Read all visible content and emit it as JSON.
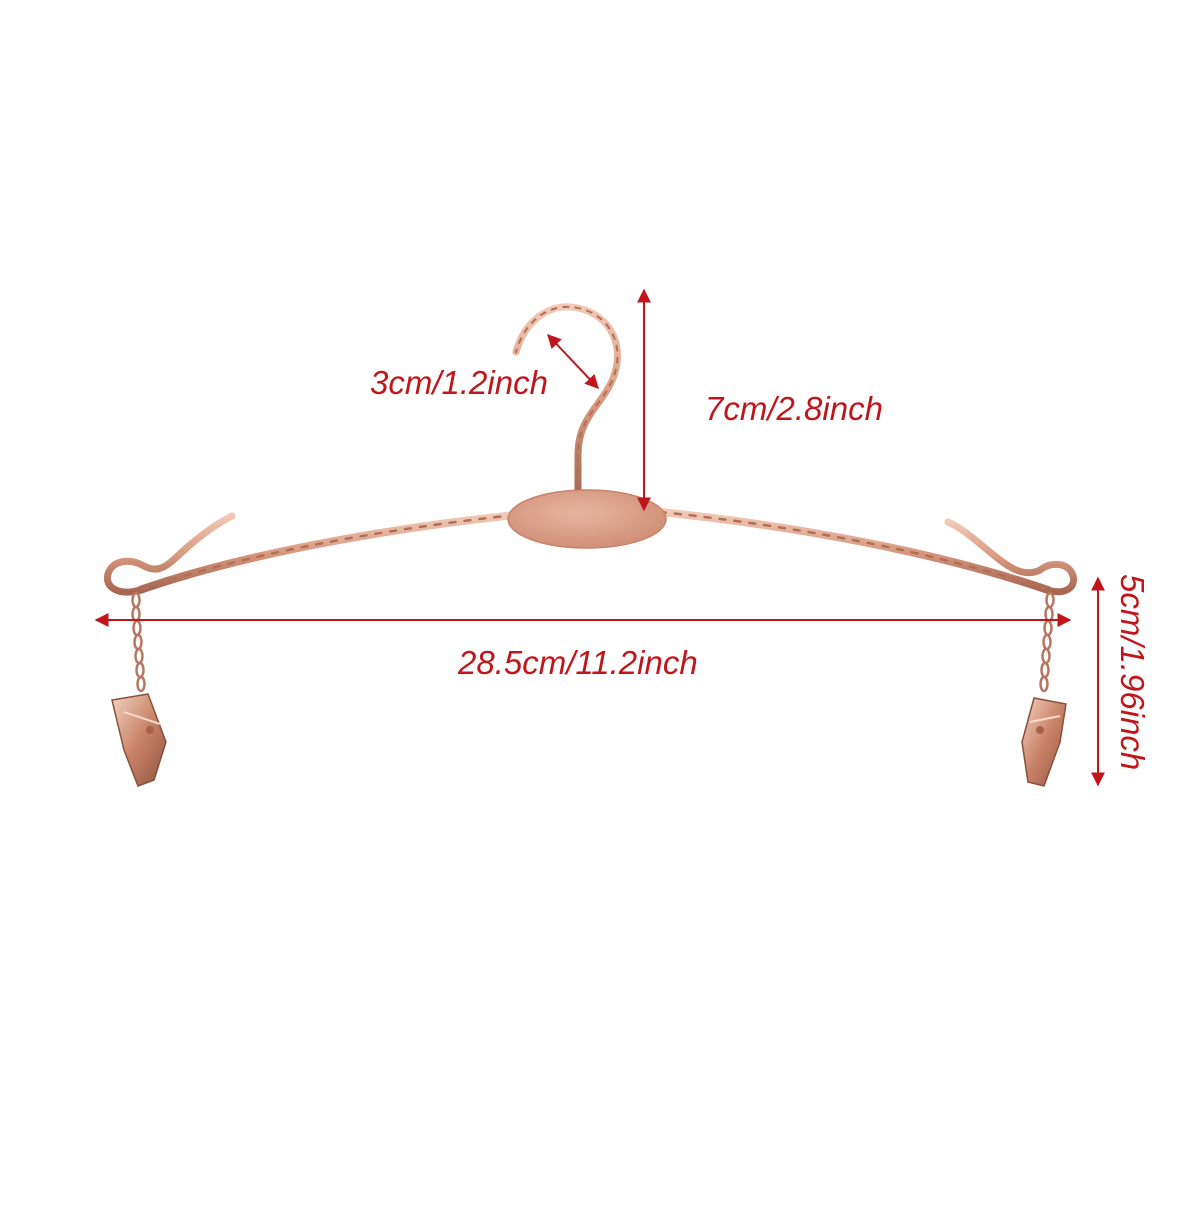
{
  "colors": {
    "dimension": "#c0161b",
    "metal_light": "#f1c9b6",
    "metal_mid": "#d99a80",
    "metal_dark": "#a86650",
    "badge": "#dea28b",
    "background": "#ffffff"
  },
  "dimensions": {
    "hook": "3cm/1.2inch",
    "height": "7cm/2.8inch",
    "width": "28.5cm/11.2inch",
    "clip_length": "5cm/1.96inch"
  }
}
